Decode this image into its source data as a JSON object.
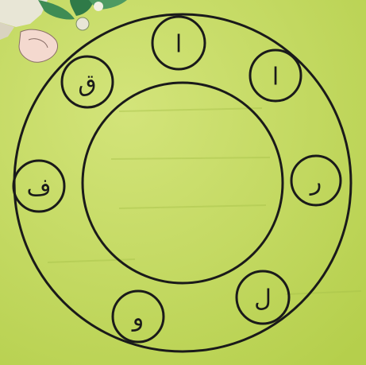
{
  "letters": {
    "top": "ا",
    "top_right": "ا",
    "right": "ر",
    "bottom_right": "ل",
    "bottom": "و",
    "left": "ف",
    "top_left": "ق"
  },
  "colors": {
    "background": "#bfd85a",
    "background_light": "#d3e47a",
    "stroke": "#1a1a1a"
  }
}
